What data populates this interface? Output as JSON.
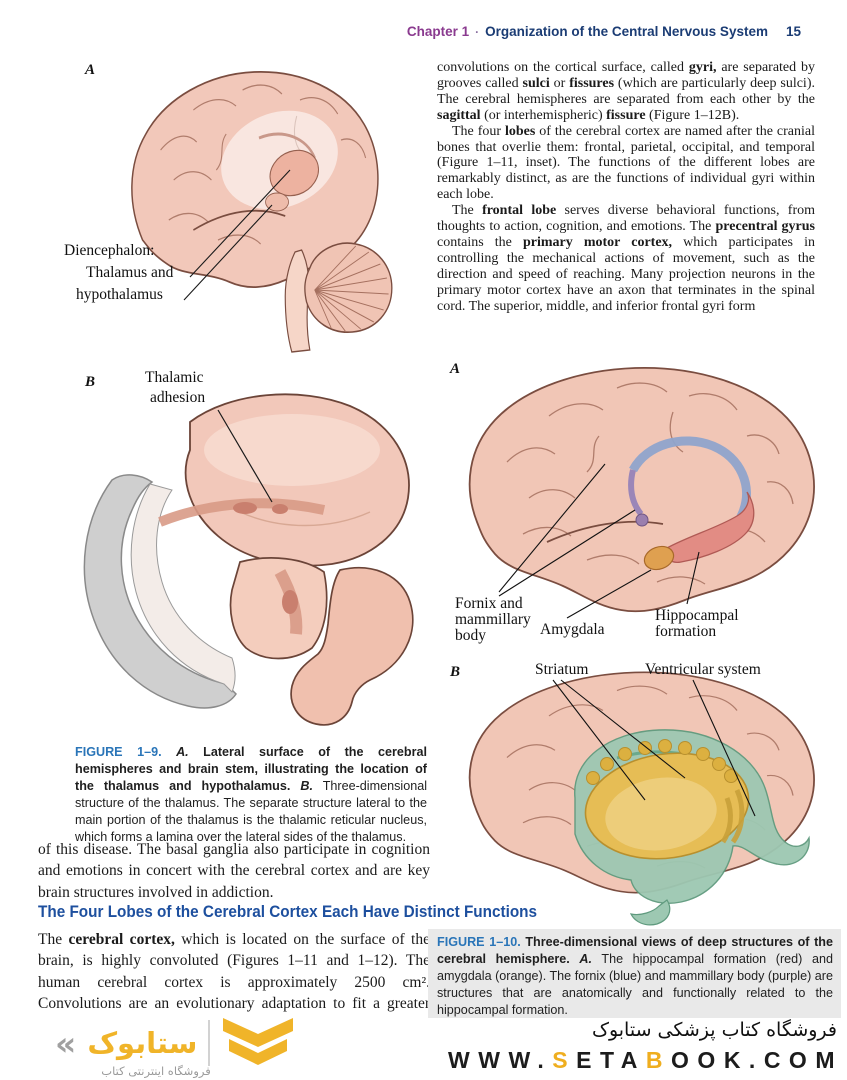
{
  "colors": {
    "chapter_purple": "#8a3a8f",
    "header_navy": "#1b3c74",
    "caption_blue": "#2a75b8",
    "heading_blue": "#1d4f9e",
    "brand_yellow": "#f0b429",
    "caption_bg": "#e9e9e9"
  },
  "header": {
    "chapter": "Chapter 1",
    "dot": "·",
    "title": "Organization of the Central Nervous System",
    "page_number": "15"
  },
  "right_column": {
    "paragraph_1": {
      "runs": [
        {
          "t": "convolutions on the cortical surface, called "
        },
        {
          "t": "gyri,",
          "b": true
        },
        {
          "t": " are separated by grooves called "
        },
        {
          "t": "sulci",
          "b": true
        },
        {
          "t": " or "
        },
        {
          "t": "fissures",
          "b": true
        },
        {
          "t": " (which are particularly deep sulci). The cerebral hemispheres are separated from each other by the "
        },
        {
          "t": "sagittal",
          "b": true
        },
        {
          "t": " (or interhemispheric) "
        },
        {
          "t": "fissure",
          "b": true
        },
        {
          "t": " (Figure 1–12B)."
        }
      ]
    },
    "paragraph_2": {
      "runs": [
        {
          "t": "The four "
        },
        {
          "t": "lobes",
          "b": true
        },
        {
          "t": " of the cerebral cortex are named after the cranial bones that overlie them: frontal, parietal, occipital, and temporal (Figure 1–11, inset). The functions of the different lobes are remarkably distinct, as are the functions of individual gyri within each lobe."
        }
      ]
    },
    "paragraph_3": {
      "runs": [
        {
          "t": "The "
        },
        {
          "t": "frontal lobe",
          "b": true
        },
        {
          "t": " serves diverse behavioral functions, from thoughts to action, cognition, and emotions. The "
        },
        {
          "t": "precentral gyrus",
          "b": true
        },
        {
          "t": " contains the "
        },
        {
          "t": "primary motor cortex,",
          "b": true
        },
        {
          "t": " which participates in controlling the mechanical actions of movement, such as the direction and speed of reaching. Many projection neurons in the primary motor cortex have an axon that terminates in the spinal cord. The superior, middle, and inferior frontal gyri form"
        }
      ]
    },
    "figure_a": {
      "panel": "A",
      "fornix_lines": [
        "Fornix and",
        "mammillary",
        "body"
      ],
      "amygdala": "Amygdala",
      "hippocampal_lines": [
        "Hippocampal",
        "formation"
      ]
    },
    "figure_b": {
      "panel": "B",
      "striatum": "Striatum",
      "ventricular": "Ventricular system"
    },
    "caption_1_10": {
      "runs": [
        {
          "t": "FIGURE 1–10.",
          "b": true,
          "c": "blue"
        },
        {
          "t": "  Three-dimensional views of deep structures of the cerebral hemisphere. ",
          "b": true
        },
        {
          "t": "A.",
          "b": true,
          "i": true
        },
        {
          "t": " The hippocampal formation (red) and amygdala (orange). The fornix (blue) and mammillary body (purple) are structures that are anatomically and functionally related to the hippocampal formation."
        }
      ]
    }
  },
  "left_column": {
    "figure_a": {
      "panel": "A",
      "annotation_lines": [
        "Diencephalon:",
        "Thalamus and",
        "hypothalamus"
      ]
    },
    "figure_b": {
      "panel": "B",
      "annotation_lines": [
        "Thalamic",
        "adhesion"
      ]
    },
    "caption_1_9": {
      "runs": [
        {
          "t": "FIGURE 1–9.",
          "b": true,
          "c": "blue"
        },
        {
          "t": "  ",
          "b": true
        },
        {
          "t": "A.",
          "b": true,
          "i": true
        },
        {
          "t": " Lateral surface of the cerebral hemispheres and brain stem, illustrating the location of the thalamus and hypothalamus. ",
          "b": true
        },
        {
          "t": "B.",
          "b": true,
          "i": true
        },
        {
          "t": " Three-dimensional structure of the thalamus. The separate structure lateral to the main portion of the thalamus is the thalamic reticular nucleus, which forms a lamina over the lateral sides of the thalamus."
        }
      ]
    },
    "paragraph_1": {
      "runs": [
        {
          "t": "of this disease. The basal ganglia also participate in cognition and emotions in concert with the cerebral cortex and are key brain structures involved in addiction."
        }
      ]
    },
    "section_heading": "The Four Lobes of the Cerebral Cortex Each Have Distinct Functions",
    "paragraph_2": {
      "runs": [
        {
          "t": "The "
        },
        {
          "t": "cerebral cortex,",
          "b": true
        },
        {
          "t": " which is located on the surface of the brain, is highly convoluted (Figures 1–11 and 1–12). The human cerebral cortex is approximately 2500 cm². Convolutions are an evolutionary adaptation to fit a greater surface area within the confined"
        }
      ]
    }
  },
  "footer": {
    "logo": {
      "chevron_glyph": "«",
      "wordmark": "ستابوک",
      "tagline": "فروشگاه اینترنتی کتاب"
    },
    "store_line_fa": "فروشگاه کتاب پزشکی ستابوک",
    "website_runs": [
      {
        "t": "WWW."
      },
      {
        "t": "S",
        "c": "yellow"
      },
      {
        "t": "ETA"
      },
      {
        "t": "B",
        "c": "yellow"
      },
      {
        "t": "OOK.COM"
      }
    ]
  }
}
